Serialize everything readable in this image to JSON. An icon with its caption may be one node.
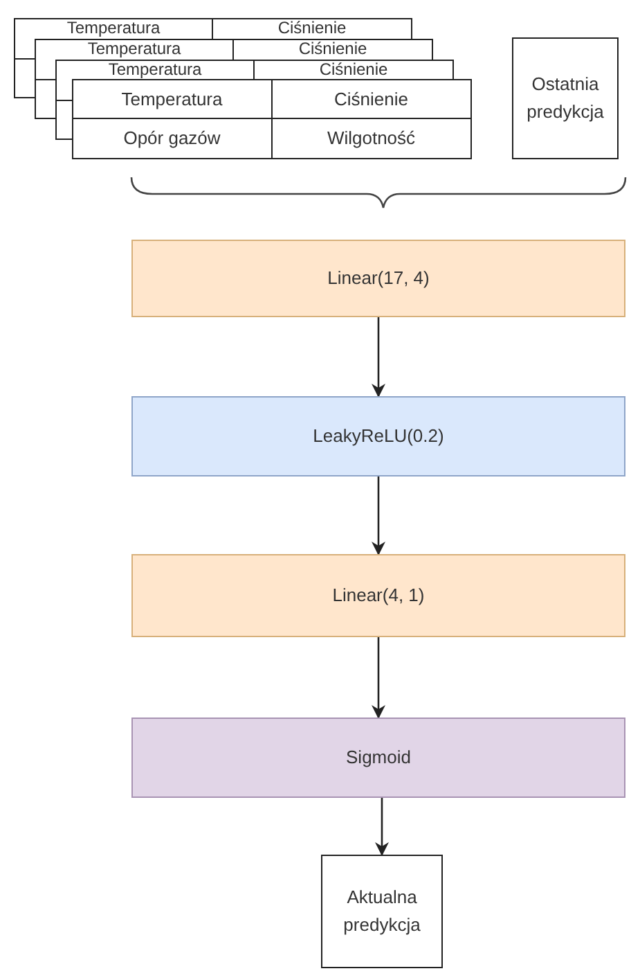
{
  "diagram": {
    "nodes": [
      {
        "text": [
          "Temperatura",
          "Ciśnienie"
        ]
      },
      {
        "text": [
          "Temperatura",
          "Ciśnienie"
        ]
      },
      {
        "text": [
          "Temperatura",
          "Ciśnienie"
        ]
      },
      {
        "text": [
          "Temperatura",
          "Ciśnienie",
          "Opór gazów",
          "Wilgotność"
        ]
      },
      {
        "text": [
          "Ostatnia predykcja"
        ]
      },
      {
        "text": [
          "Linear(17, 4)"
        ]
      },
      {
        "text": [
          "LeakyReLU(0.2)"
        ]
      },
      {
        "text": [
          "Linear(4, 1)"
        ]
      },
      {
        "text": [
          "Sigmoid"
        ]
      },
      {
        "text": [
          "Aktualna predykcja"
        ]
      }
    ],
    "edges": [
      {
        "from": 5,
        "to": 6,
        "arrow": "to"
      },
      {
        "from": 6,
        "to": 7,
        "arrow": "to"
      },
      {
        "from": 7,
        "to": 8,
        "arrow": "to"
      },
      {
        "from": 8,
        "to": 9,
        "arrow": "to"
      }
    ]
  }
}
